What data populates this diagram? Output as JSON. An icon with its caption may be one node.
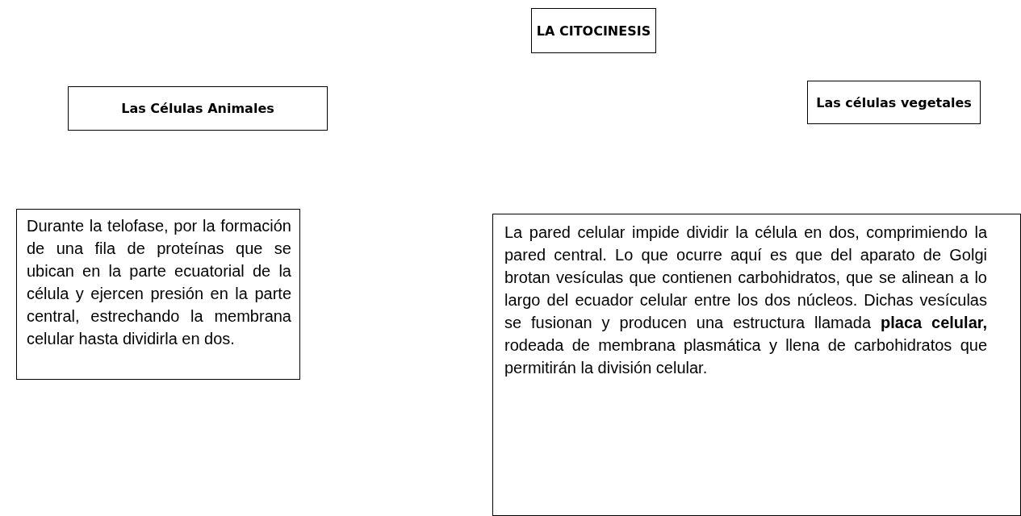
{
  "diagram": {
    "nodes": [
      {
        "text": [
          "LA CITOCINESIS"
        ]
      },
      {
        "text": [
          "Las Células Animales"
        ]
      },
      {
        "text": [
          "Las células vegetales"
        ]
      },
      {
        "text": [
          "Durante la telofase, por la formación de una fila de proteínas que se ubican en la parte ecuatorial de la célula y ejercen presión en la parte central, estrechando la membrana celular hasta dividirla en dos."
        ]
      },
      {
        "text": [
          "La pared celular impide dividir la célula en dos, comprimiendo la pared central. Lo que ocurre aquí es que del aparato de Golgi brotan vesículas que contienen carbohidratos, que se alinean a lo largo del ecuador celular entre los dos núcleos. Dichas vesículas se fusionan y producen una estructura llamada **placa celular,** rodeada de membrana plasmática y llena de carbohidratos que permitirán la división celular."
        ]
      }
    ]
  }
}
